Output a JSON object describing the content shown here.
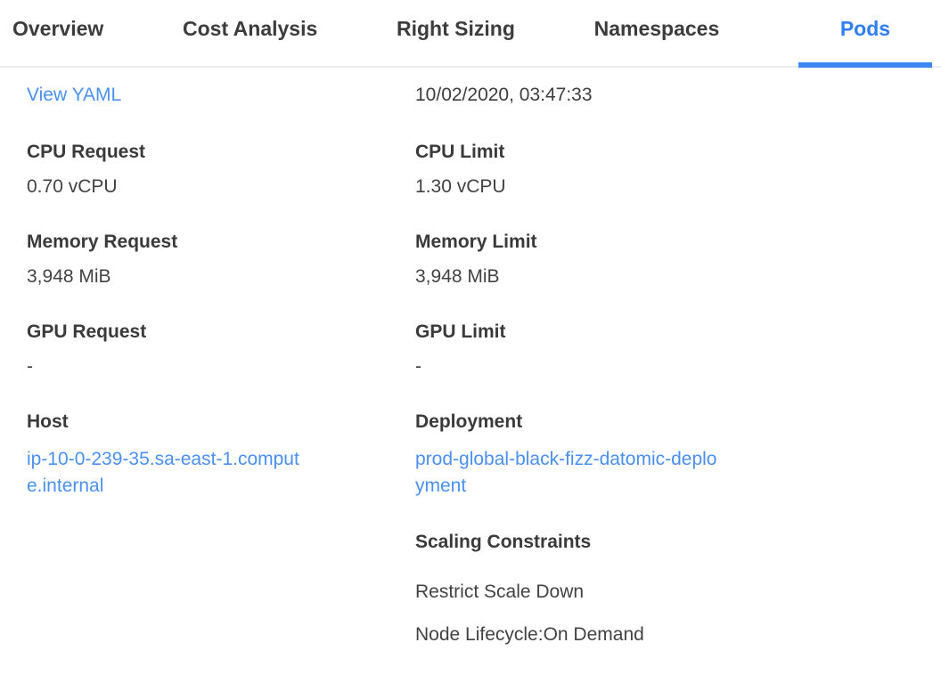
{
  "tabs": {
    "items": [
      {
        "label": "Overview",
        "active": false
      },
      {
        "label": "Cost Analysis",
        "active": false
      },
      {
        "label": "Right Sizing",
        "active": false
      },
      {
        "label": "Namespaces",
        "active": false
      },
      {
        "label": "Pods",
        "active": true
      }
    ]
  },
  "meta": {
    "view_yaml_label": "View YAML",
    "timestamp": "10/02/2020, 03:47:33"
  },
  "fields": {
    "cpu_request": {
      "label": "CPU Request",
      "value": "0.70 vCPU"
    },
    "cpu_limit": {
      "label": "CPU Limit",
      "value": "1.30 vCPU"
    },
    "memory_request": {
      "label": "Memory Request",
      "value": "3,948 MiB"
    },
    "memory_limit": {
      "label": "Memory Limit",
      "value": "3,948 MiB"
    },
    "gpu_request": {
      "label": "GPU Request",
      "value": "-"
    },
    "gpu_limit": {
      "label": "GPU Limit",
      "value": "-"
    },
    "host": {
      "label": "Host",
      "value": "ip-10-0-239-35.sa-east-1.compute.internal"
    },
    "deployment": {
      "label": "Deployment",
      "value": "prod-global-black-fizz-datomic-deployment"
    }
  },
  "scaling": {
    "label": "Scaling Constraints",
    "items": [
      "Restrict Scale Down",
      "Node Lifecycle:On Demand"
    ]
  },
  "colors": {
    "accent_blue": "#3d87f2",
    "active_tab_text": "#2f7ef4",
    "link_blue": "#4a90f2",
    "text_dark": "#3a3a3a",
    "separator": "#ececec"
  }
}
